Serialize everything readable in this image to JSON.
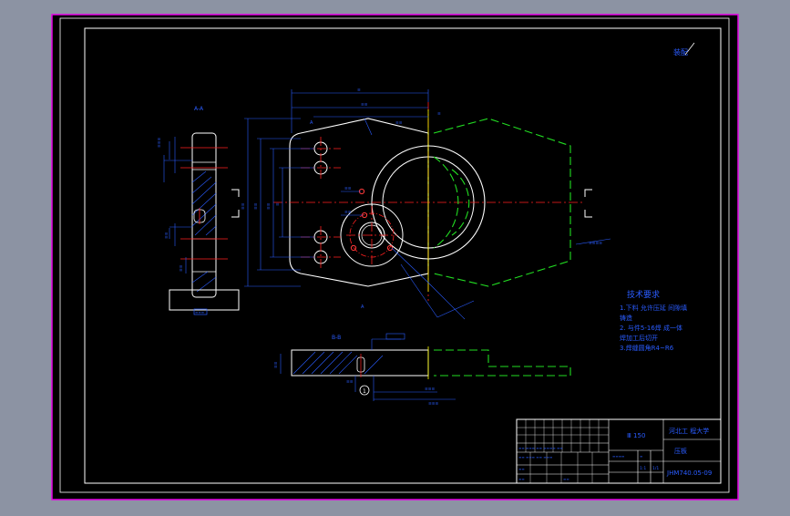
{
  "drawing": {
    "signature_mark": "装配",
    "section_aa_label": "A-A",
    "section_bb_label": "B-B",
    "scale_note": "Ⅲ 150"
  },
  "tech_requirements": {
    "heading": "技术要求",
    "lines": [
      "1.下料 允许压延 间隙填",
      "  铸造",
      "2. 与件5-16焊 成一体",
      "  焊加工后切开",
      "3.焊缝圆角R4~R6"
    ]
  },
  "title_block": {
    "school": "河北工 程大学",
    "part_name": "压板",
    "drawing_number": "JHM740.05-09",
    "scale_cell": "Ⅲ 150",
    "ratio": "1:1",
    "sheet": "1/1"
  },
  "colors": {
    "frame_magenta": "#e600e6",
    "outline_white": "#ffffff",
    "dimension_blue": "#2a5cff",
    "centerline_red": "#ff2020",
    "phantom_green": "#22dd22",
    "marker_yellow": "#ffff00"
  }
}
